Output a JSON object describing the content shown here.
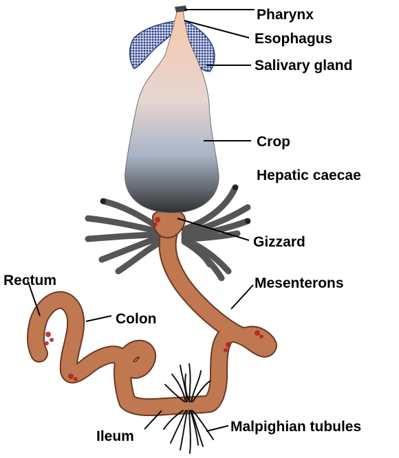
{
  "labels": {
    "pharynx": "Pharynx",
    "esophagus": "Esophagus",
    "salivary_gland": "Salivary gland",
    "crop": "Crop",
    "hepatic_caecae": "Hepatic caecae",
    "gizzard": "Gizzard",
    "mesenterons": "Mesenterons",
    "rectum": "Rectum",
    "colon": "Colon",
    "ileum": "Ileum",
    "malpighian_tubules": "Malpighian tubules"
  },
  "colors": {
    "gut": "#c07850",
    "gut_outline": "#6a3a20",
    "crop_top": "#f7c8a8",
    "crop_mid": "#aab4c8",
    "crop_bottom": "#333333",
    "gland": "#2a3e8a",
    "caecae": "#555555",
    "spots": "#b02020"
  }
}
